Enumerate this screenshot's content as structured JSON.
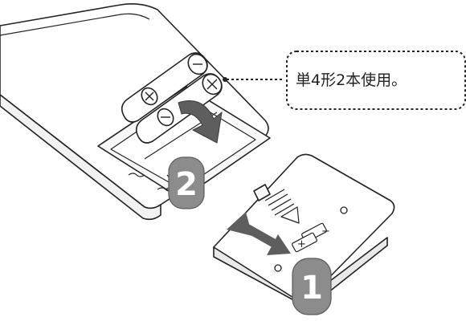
{
  "callout": {
    "text": "単4形2本使用。"
  },
  "steps": [
    {
      "number": "1"
    },
    {
      "number": "2"
    }
  ],
  "battery_symbols": {
    "plus": "+",
    "minus": "−"
  },
  "icons": [
    "battery-icon",
    "arrow-icon",
    "cover-icon",
    "remote-control-icon"
  ],
  "colors": {
    "line": "#222222",
    "fill": "#ffffff",
    "step_marker": "#8c8c8c",
    "arrow": "#5e5e5e"
  }
}
